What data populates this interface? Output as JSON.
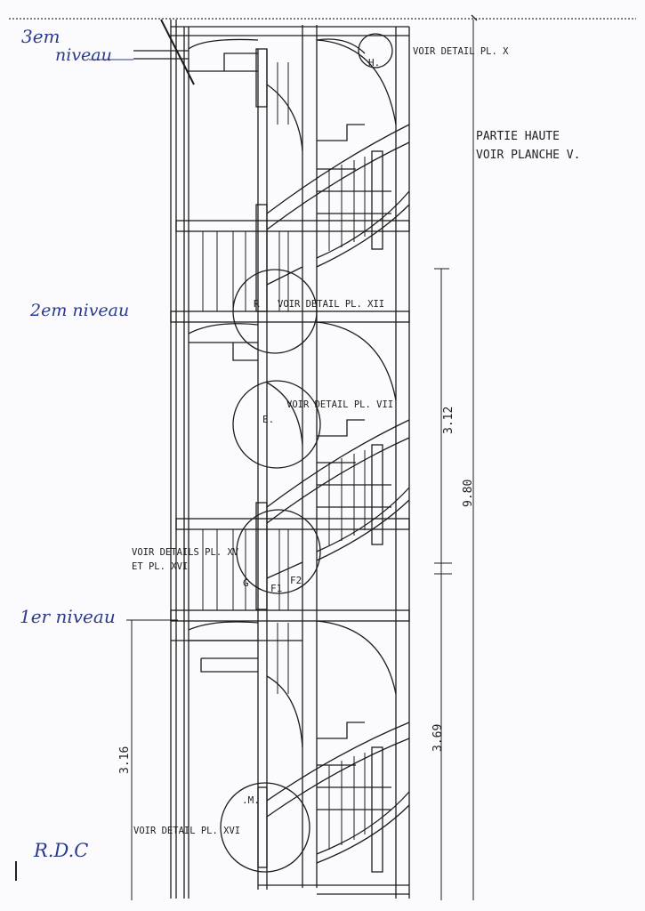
{
  "handwritten_levels": {
    "level3_a": "3em",
    "level3_b": "niveau",
    "level2": "2em niveau",
    "level1": "1er niveau",
    "ground": "R.D.C"
  },
  "notes": {
    "partie_haute_1": "PARTIE HAUTE",
    "partie_haute_2": "VOIR PLANCHE V."
  },
  "callouts": {
    "detail_x": "VOIR DETAIL PL. X",
    "detail_xii_r": "R",
    "detail_xii": "VOIR DETAIL PL. XII",
    "detail_vii": "VOIR DETAIL PL. VII",
    "detail_vii_e": "E.",
    "details_xv_1": "VOIR DETAILS PL. XV",
    "details_xv_2": "ET PL. XVI",
    "detail_xvi": "VOIR DETAIL PL. XVI"
  },
  "detail_letters": {
    "h": "H.",
    "g": "G",
    "f1": "F1",
    "f2": "F2",
    "m": ".M."
  },
  "dimensions": {
    "d312": "3.12",
    "d980": "9.80",
    "d369": "3.69",
    "d316": "3.16"
  },
  "colors": {
    "ink": "#1c1c1c",
    "handwriting": "#2b3a8c"
  }
}
